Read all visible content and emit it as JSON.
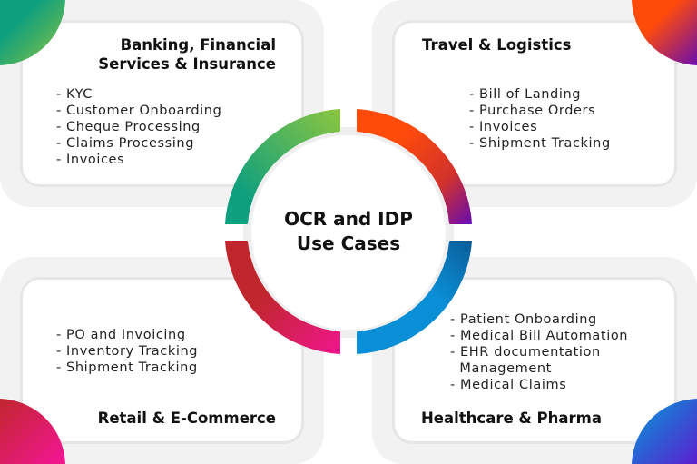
{
  "center": {
    "line1": "OCR and IDP",
    "line2": "Use Cases"
  },
  "quadrants": [
    {
      "id": "bfsi",
      "title_line1": "Banking, Financial",
      "title_line2": "Services & Insurance",
      "items": [
        "- KYC",
        "- Customer Onboarding",
        "- Cheque Processing",
        "- Claims Processing",
        "- Invoices"
      ],
      "colors": [
        "#0e9f7e",
        "#8cc63f"
      ]
    },
    {
      "id": "travel",
      "title_line1": "Travel & Logistics",
      "items": [
        "- Bill of Landing",
        "- Purchase Orders",
        "- Invoices",
        "- Shipment Tracking"
      ],
      "colors": [
        "#ff4b0a",
        "#6a0dad"
      ]
    },
    {
      "id": "retail",
      "title_line1": "Retail & E-Commerce",
      "items": [
        "- PO and Invoicing",
        "- Inventory Tracking",
        "- Shipment Tracking"
      ],
      "colors": [
        "#c0272d",
        "#f0168c"
      ]
    },
    {
      "id": "healthcare",
      "title_line1": "Healthcare & Pharma",
      "items": [
        "- Patient Onboarding",
        "- Medical Bill Automation",
        "- EHR documentation",
        "  Management",
        "- Medical Claims"
      ],
      "colors": [
        "#0a8fd6",
        "#5b1fd0"
      ]
    }
  ]
}
